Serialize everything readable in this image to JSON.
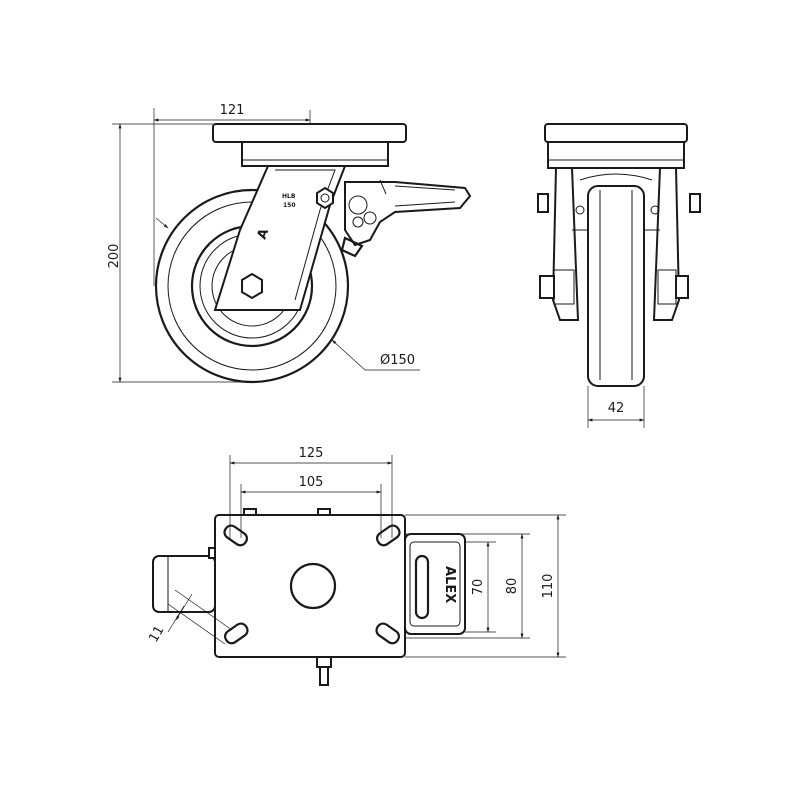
{
  "drawing": {
    "views": [
      "side-view",
      "front-view",
      "top-view"
    ],
    "dimensions": {
      "top_plate_offset": "121",
      "overall_height": "200",
      "wheel_diameter": "Ø150",
      "wheel_width": "42",
      "bolt_spacing_length": "125",
      "bolt_hole_length": "105",
      "bolt_spacing_width": "70",
      "bolt_hole_width": "80",
      "plate_width": "110",
      "slot_width": "11"
    },
    "markings": {
      "fork_stamp_1": "HLB",
      "fork_stamp_2": "150",
      "brake_logo": "ALEX",
      "fork_logo": "A"
    }
  }
}
